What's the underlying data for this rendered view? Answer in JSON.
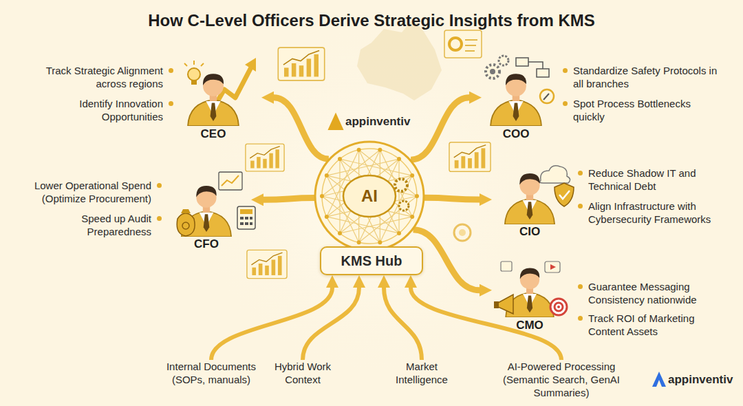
{
  "diagram": {
    "title": "How C-Level Officers Derive Strategic Insights from KMS",
    "nodes": [
      {
        "text": [
          "CEO",
          "Track Strategic Alignment across regions",
          "Identify Innovation Opportunities"
        ]
      },
      {
        "text": [
          "CFO",
          "Lower Operational Spend (Optimize Procurement)",
          "Speed up Audit Preparedness"
        ]
      },
      {
        "text": [
          "AI"
        ]
      },
      {
        "text": [
          "KMS Hub"
        ]
      },
      {
        "text": [
          "COO",
          "Standardize Safety Protocols in all branches",
          "Spot Process Bottlenecks quickly"
        ]
      },
      {
        "text": [
          "CIO",
          "Reduce Shadow IT and Technical Debt",
          "Align Infrastructure with Cybersecurity Frameworks"
        ]
      },
      {
        "text": [
          "CMO",
          "Guarantee Messaging Consistency nationwide",
          "Track ROI of Marketing Content Assets"
        ]
      },
      {
        "text": [
          "Internal Documents (SOPs, manuals)"
        ]
      },
      {
        "text": [
          "Hybrid Work Context"
        ]
      },
      {
        "text": [
          "Market Intelligence"
        ]
      },
      {
        "text": [
          "AI-Powered Processing (Semantic Search, GenAI Summaries)"
        ]
      }
    ],
    "edges": [
      {
        "from": 2,
        "to": 0,
        "arrow": "to"
      },
      {
        "from": 2,
        "to": 1,
        "arrow": "to"
      },
      {
        "from": 2,
        "to": 4,
        "arrow": "to"
      },
      {
        "from": 2,
        "to": 5,
        "arrow": "to"
      },
      {
        "from": 2,
        "to": 6,
        "arrow": "to"
      },
      {
        "from": 7,
        "to": 3,
        "arrow": "to"
      },
      {
        "from": 8,
        "to": 3,
        "arrow": "to"
      },
      {
        "from": 9,
        "to": 3,
        "arrow": "to"
      },
      {
        "from": 10,
        "to": 3,
        "arrow": "to"
      }
    ],
    "labels": [
      "appinventiv",
      "appinventiv"
    ]
  }
}
